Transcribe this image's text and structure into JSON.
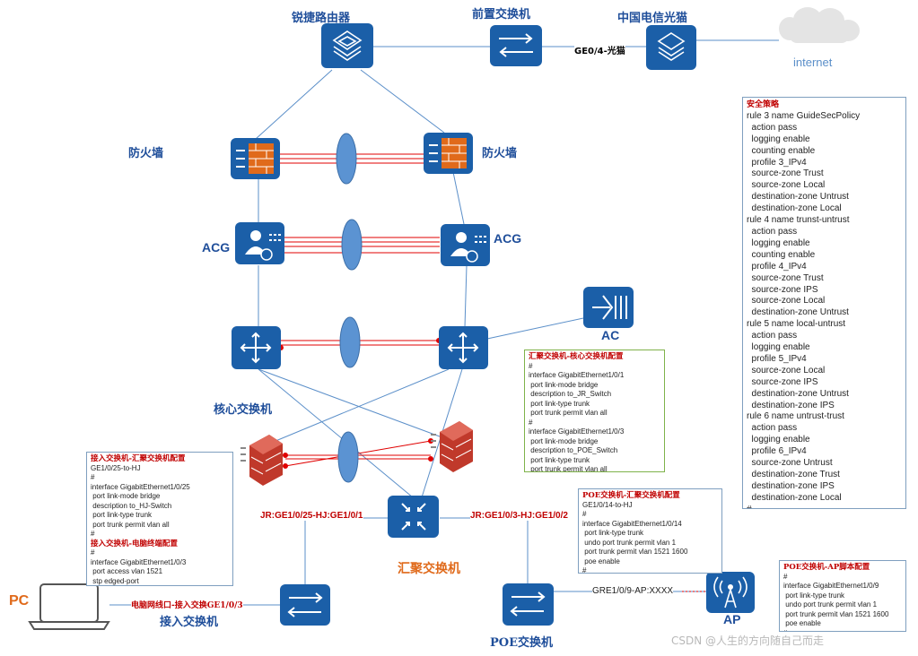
{
  "colors": {
    "device_blue": "#1b5fa8",
    "link_red": "#e00000",
    "label_blue": "#1f4e9a",
    "label_red": "#c00000",
    "fw_orange": "#e06a1b"
  },
  "nodes": {
    "router": "锐捷路由器",
    "front_switch": "前置交换机",
    "telecom_modem": "中国电信光猫",
    "internet": "internet",
    "fw_left": "防火墙",
    "fw_right": "防火墙",
    "acg_left": "ACG",
    "acg_right": "ACG",
    "ac": "AC",
    "core_switch": "核心交换机",
    "agg_switch": "汇聚交换机",
    "access_switch": "接入交换机",
    "poe_switch": "POE交换机",
    "pc": "PC",
    "ap": "AP"
  },
  "links": {
    "modem_port": "GE0/4-光猫",
    "jr_hj": "JR:GE1/0/25-HJ:GE1/0/1",
    "hj_poe": "JR:GE1/0/3-HJ:GE1/0/2",
    "pc_access": "电脑网线口-接入交换GE1/0/3",
    "poe_ap": "GRE1/0/9-AP:XXXX"
  },
  "configs": {
    "policy": {
      "title": "安全策略",
      "lines": [
        "rule 3 name GuideSecPolicy",
        "  action pass",
        "  logging enable",
        "  counting enable",
        "  profile 3_IPv4",
        "  source-zone Trust",
        "  source-zone Local",
        "  destination-zone Untrust",
        "  destination-zone Local",
        "rule 4 name trunst-untrust",
        "  action pass",
        "  logging enable",
        "  counting enable",
        "  profile 4_IPv4",
        "  source-zone Trust",
        "  source-zone IPS",
        "  source-zone Local",
        "  destination-zone Untrust",
        "rule 5 name local-untrust",
        "  action pass",
        "  logging enable",
        "  profile 5_IPv4",
        "  source-zone Local",
        "  source-zone IPS",
        "  destination-zone Untrust",
        "  destination-zone IPS",
        "rule 6 name untrust-trust",
        "  action pass",
        "  logging enable",
        "  profile 6_IPv4",
        "  source-zone Untrust",
        "  destination-zone Trust",
        "  destination-zone IPS",
        "  destination-zone Local",
        "#"
      ]
    },
    "agg_core": {
      "title": "汇聚交换机-核心交换机配置",
      "lines": [
        "#",
        "interface GigabitEthernet1/0/1",
        " port link-mode bridge",
        " description to_JR_Switch",
        " port link-type trunk",
        " port trunk permit vlan all",
        "#",
        "interface GigabitEthernet1/0/3",
        " port link-mode bridge",
        " description to_POE_Switch",
        " port link-type trunk",
        " port trunk permit vlan all",
        "#"
      ]
    },
    "access_agg": {
      "title": "接入交换机-汇聚交换机配置",
      "lines": [
        "GE1/0/25-to-HJ",
        "#",
        "interface GigabitEthernet1/0/25",
        " port link-mode bridge",
        " description to_HJ-Switch",
        " port link-type trunk",
        " port trunk permit vlan all",
        "#"
      ],
      "title2": "接入交换机-电脑终端配置",
      "lines2": [
        "#",
        "interface GigabitEthernet1/0/3",
        " port access vlan 1521",
        " stp edged-port",
        "#"
      ]
    },
    "poe_agg": {
      "title": "POE交换机-汇聚交换机配置",
      "lines": [
        "GE1/0/14-to-HJ",
        "#",
        "interface GigabitEthernet1/0/14",
        " port link-type trunk",
        " undo port trunk permit vlan 1",
        " port trunk permit vlan 1521 1600",
        " poe enable",
        "#"
      ]
    },
    "poe_ap": {
      "title": "POE交换机-AP脚本配置",
      "lines": [
        "#",
        "interface GigabitEthernet1/0/9",
        " port link-type trunk",
        " undo port trunk permit vlan 1",
        " port trunk permit vlan 1521 1600",
        " poe enable",
        "#"
      ]
    }
  },
  "watermark": "CSDN @人生的方向随自己而走"
}
